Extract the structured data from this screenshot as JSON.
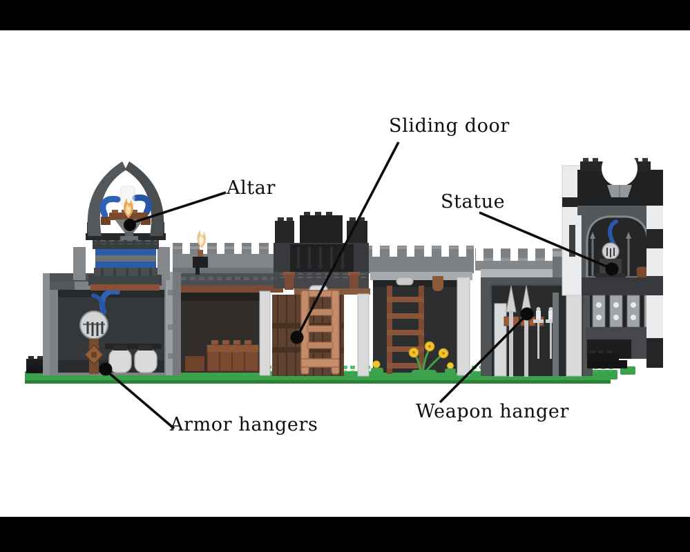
{
  "scene": {
    "background_color": "#ffffff",
    "letterbox_color": "#000000"
  },
  "annotations": {
    "sliding_door": {
      "label": "Sliding door"
    },
    "altar": {
      "label": "Altar"
    },
    "statue": {
      "label": "Statue"
    },
    "armor_hangers": {
      "label": "Armor hangers"
    },
    "weapon_hanger": {
      "label": "Weapon hanger"
    }
  },
  "palette": {
    "baseplate_green": "#3aa24b",
    "stud_green": "#57c263",
    "wall_gray": "#7f8285",
    "dark_gray": "#37393c",
    "black_bricks": "#1f2123",
    "light_gray_pillar": "#d8d9da",
    "reddish_brown": "#7c4a32",
    "medium_nougat": "#c48c6a",
    "blue_accent": "#2b5cab",
    "flower_yellow": "#f2c62e",
    "flame_orange": "#e9a75a",
    "annotation_color": "#0b0b0b"
  }
}
